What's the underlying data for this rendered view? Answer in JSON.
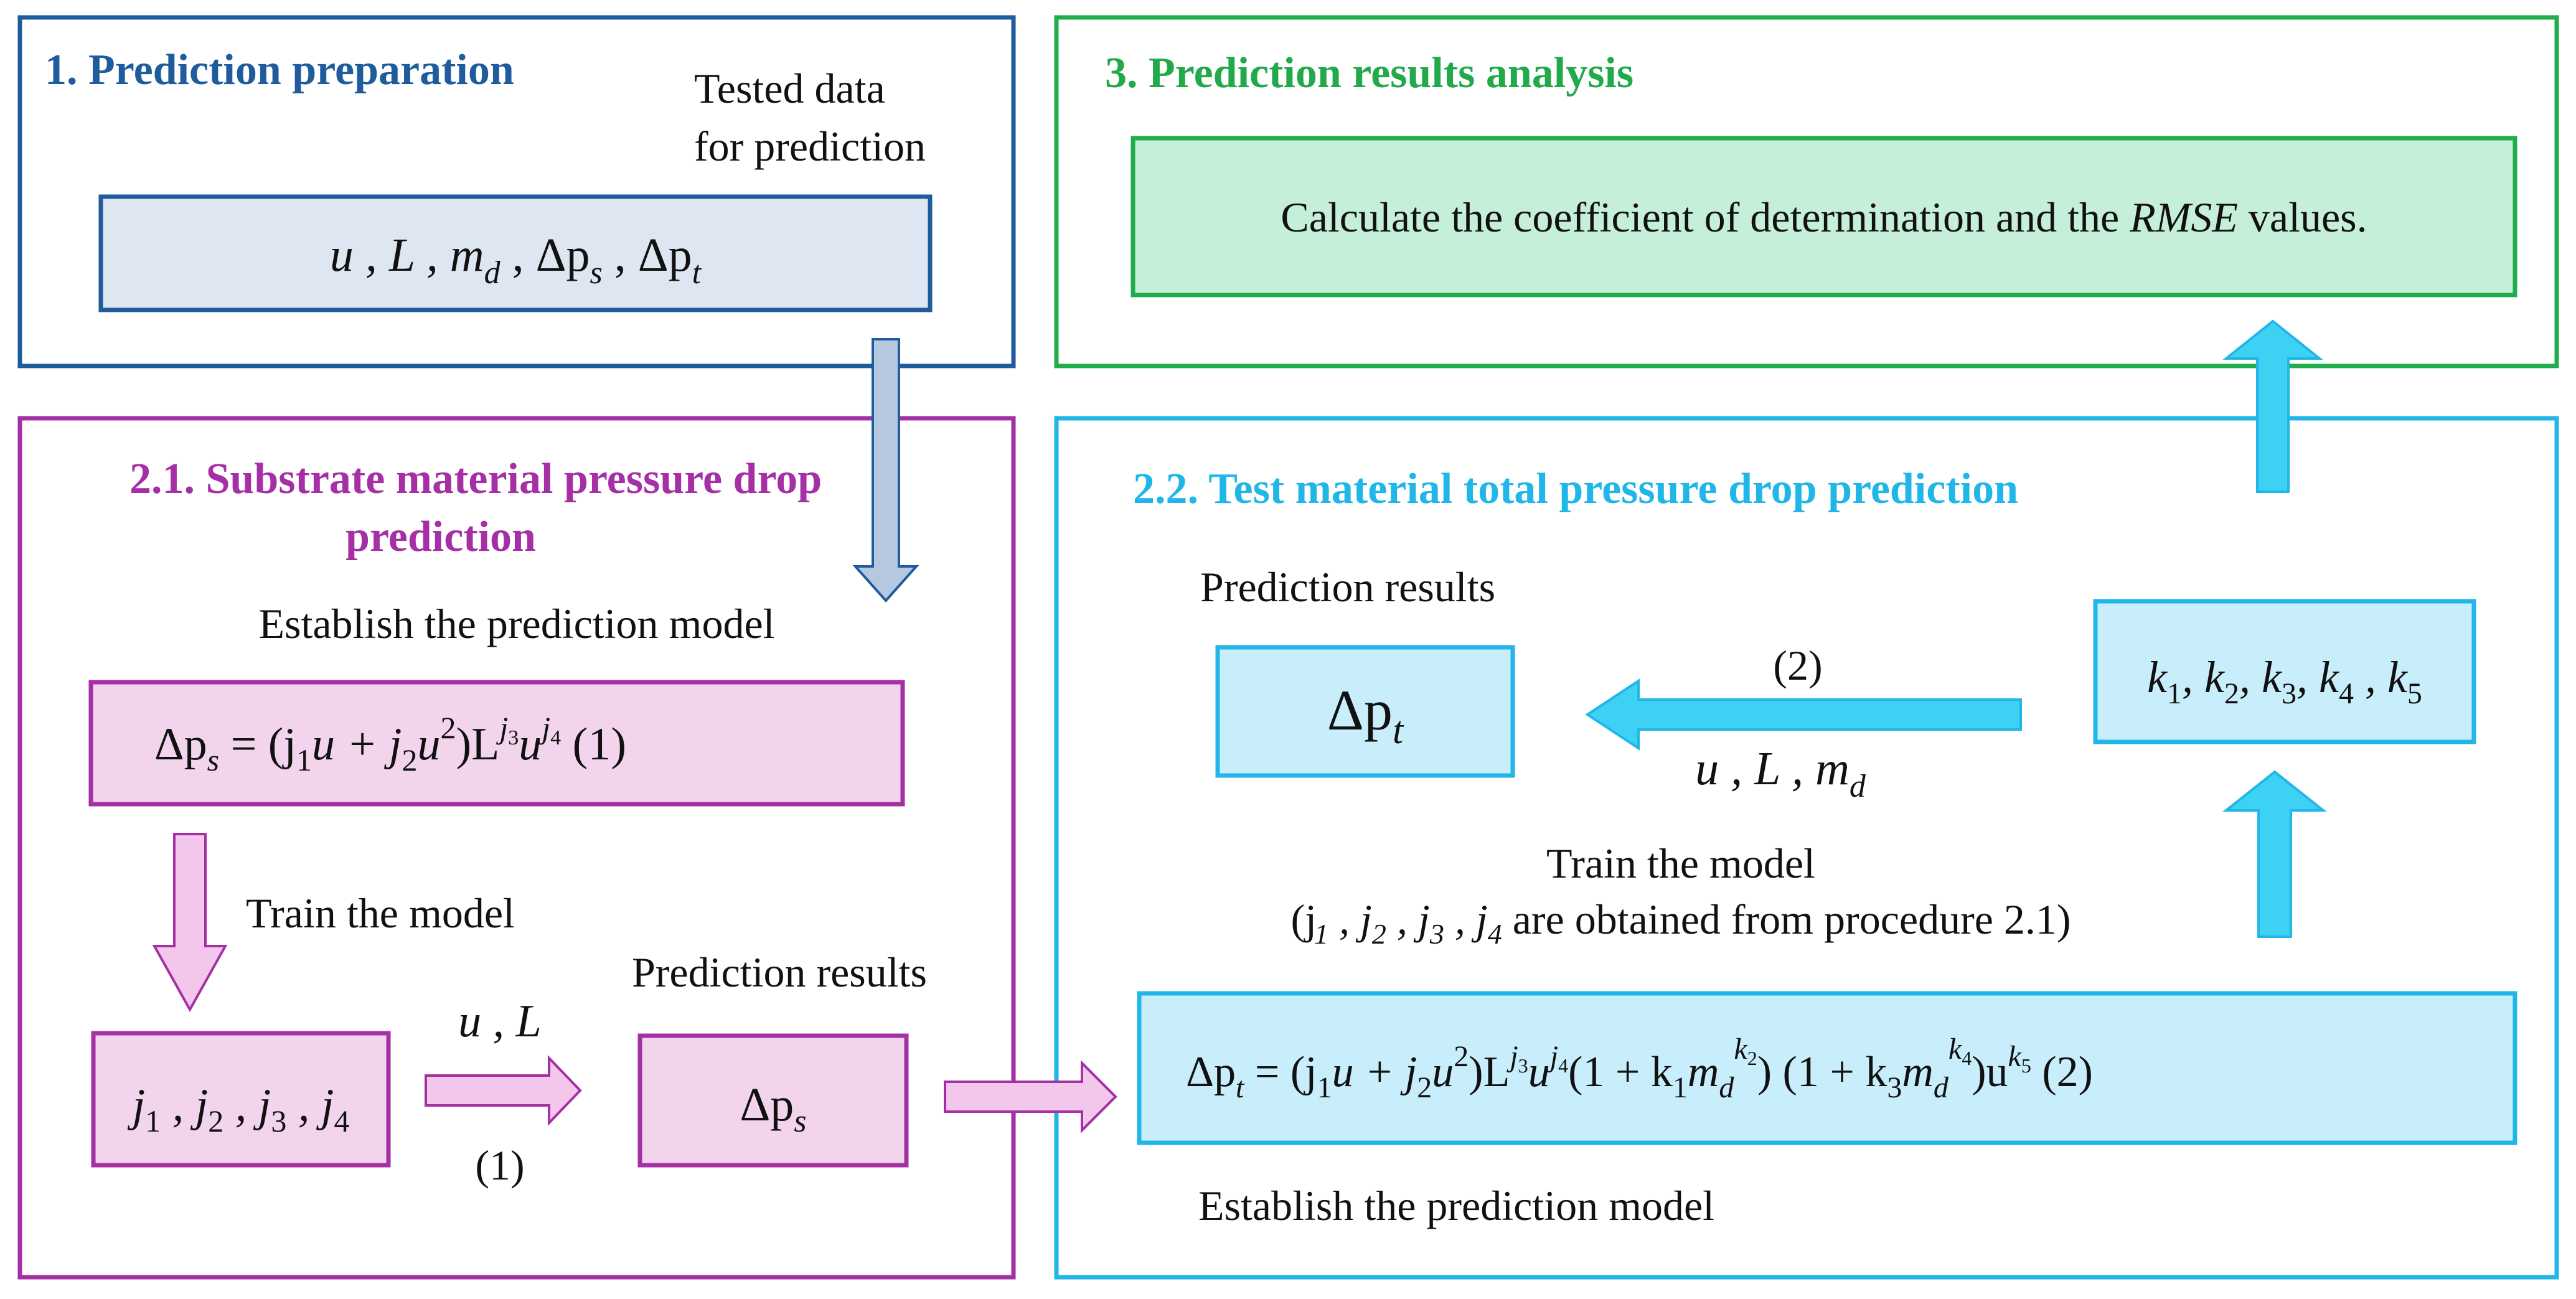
{
  "colors": {
    "blue": "#1f5c9e",
    "blue_fill": "#dde6f1",
    "blue_arrow_fill": "#b5c8e0",
    "green": "#1fae4b",
    "green_title": "#21a94a",
    "green_fill": "#c5efd9",
    "purple": "#a530a5",
    "purple_fill": "#f2d4ec",
    "cyan": "#20b6e8",
    "cyan_fill": "#c8eefb",
    "cyan_arrow_fill": "#3dd2f4",
    "text": "#111111"
  },
  "section1": {
    "title": "1. Prediction preparation",
    "note_line1": "Tested data",
    "note_line2": "for prediction",
    "box": {
      "t1": "u , L , m",
      "t2": "d",
      "t3": " , Δp",
      "t4": "s",
      "t5": " , Δp",
      "t6": "t"
    }
  },
  "section3": {
    "title": "3. Prediction results analysis",
    "box": {
      "t1": "Calculate the coefficient of determination and the ",
      "t2": "RMSE",
      "t3": " values."
    }
  },
  "section21": {
    "title_line1": "2.1. Substrate material pressure drop",
    "title_line2": "prediction",
    "establish": "Establish the prediction model",
    "model": {
      "t1": "Δp",
      "t2": "s",
      "t3": " = (j",
      "t4": "1",
      "t5": "u + j",
      "t6": "2",
      "t7": "u",
      "t8": "2",
      "t9": ")L",
      "t10": "j",
      "t11": "3",
      "t12": "u",
      "t13": "j",
      "t14": "4",
      "t15": "    (1)"
    },
    "train": "Train the model",
    "params": {
      "t1": "j",
      "t2": "1",
      "t3": " , j",
      "t4": "2",
      "t5": " , j",
      "t6": "3",
      "t7": " , j",
      "t8": "4"
    },
    "arrow_top": "u , L",
    "arrow_bottom": "(1)",
    "results_label": "Prediction results",
    "result": {
      "t1": "Δp",
      "t2": "s"
    }
  },
  "section22": {
    "title": "2.2. Test material total pressure drop prediction",
    "results_label": "Prediction results",
    "result": {
      "t1": "Δp",
      "t2": "t"
    },
    "arrow_top": "(2)",
    "arrow_bottom": {
      "t1": "u , L , m",
      "t2": "d"
    },
    "params": {
      "t1": "k",
      "t2": "1",
      "t3": ", k",
      "t4": "2",
      "t5": ", k",
      "t6": "3",
      "t7": ", k",
      "t8": "4",
      "t9": " , k",
      "t10": "5"
    },
    "train": "Train the model",
    "note": {
      "t1": "(j",
      "t2": "1",
      "t3": " , j",
      "t4": "2",
      "t5": " , j",
      "t6": "3",
      "t7": " , j",
      "t8": "4",
      "t9": " are obtained from procedure 2.1)"
    },
    "model": {
      "t1": "Δp",
      "t2": "t",
      "t3": " = (j",
      "t4": "1",
      "t5": "u + j",
      "t6": "2",
      "t7": "u",
      "t8": "2",
      "t9": ")L",
      "t10": "j",
      "t11": "3",
      "t12": "u",
      "t13": "j",
      "t14": "4",
      "t15": "(1 + k",
      "t16": "1",
      "t17": "m",
      "t18": "d",
      "t19": "k",
      "t20": "2",
      "t21": ") (1 + k",
      "t22": "3",
      "t23": "m",
      "t24": "d",
      "t25": "k",
      "t26": "4",
      "t27": ")u",
      "t28": "k",
      "t29": "5",
      "t30": "  (2)"
    },
    "establish": "Establish the prediction model"
  }
}
